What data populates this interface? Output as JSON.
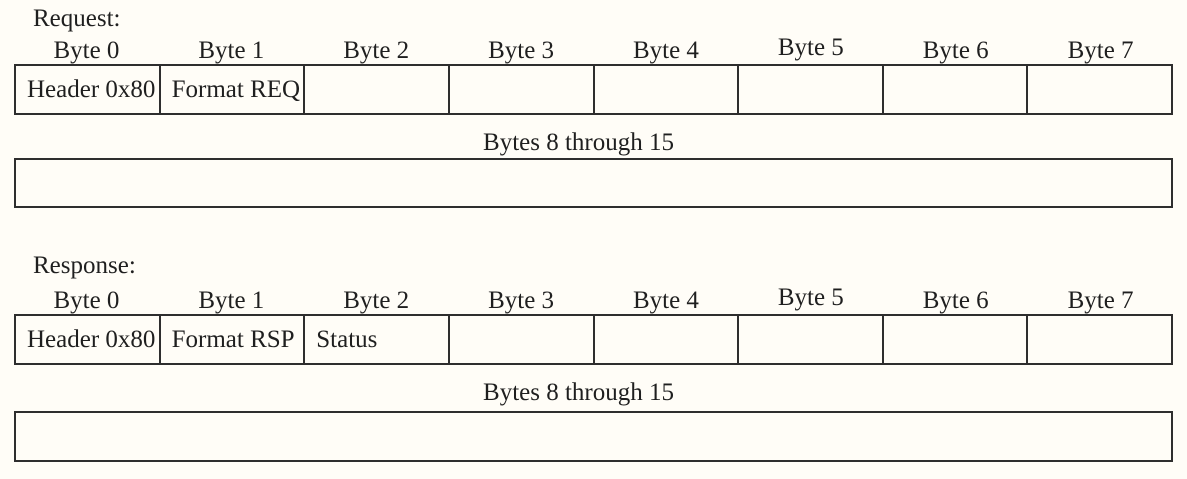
{
  "sections": [
    {
      "title": "Request:",
      "byte_headers": [
        "Byte 0",
        "Byte 1",
        "Byte 2",
        "Byte 3",
        "Byte 4",
        "Byte 5",
        "Byte 6",
        "Byte 7"
      ],
      "row_cells": [
        "Header 0x80",
        "Format REQ",
        "",
        "",
        "",
        "",
        "",
        ""
      ],
      "wide_label": "Bytes 8 through 15"
    },
    {
      "title": "Response:",
      "byte_headers": [
        "Byte 0",
        "Byte 1",
        "Byte 2",
        "Byte 3",
        "Byte 4",
        "Byte 5",
        "Byte 6",
        "Byte 7"
      ],
      "row_cells": [
        "Header 0x80",
        "Format RSP",
        "Status",
        "",
        "",
        "",
        "",
        ""
      ],
      "wide_label": "Bytes 8 through 15"
    }
  ],
  "colors": {
    "background": "#fffdf7",
    "border": "#2e2e2e",
    "text": "#1f1f1f"
  }
}
